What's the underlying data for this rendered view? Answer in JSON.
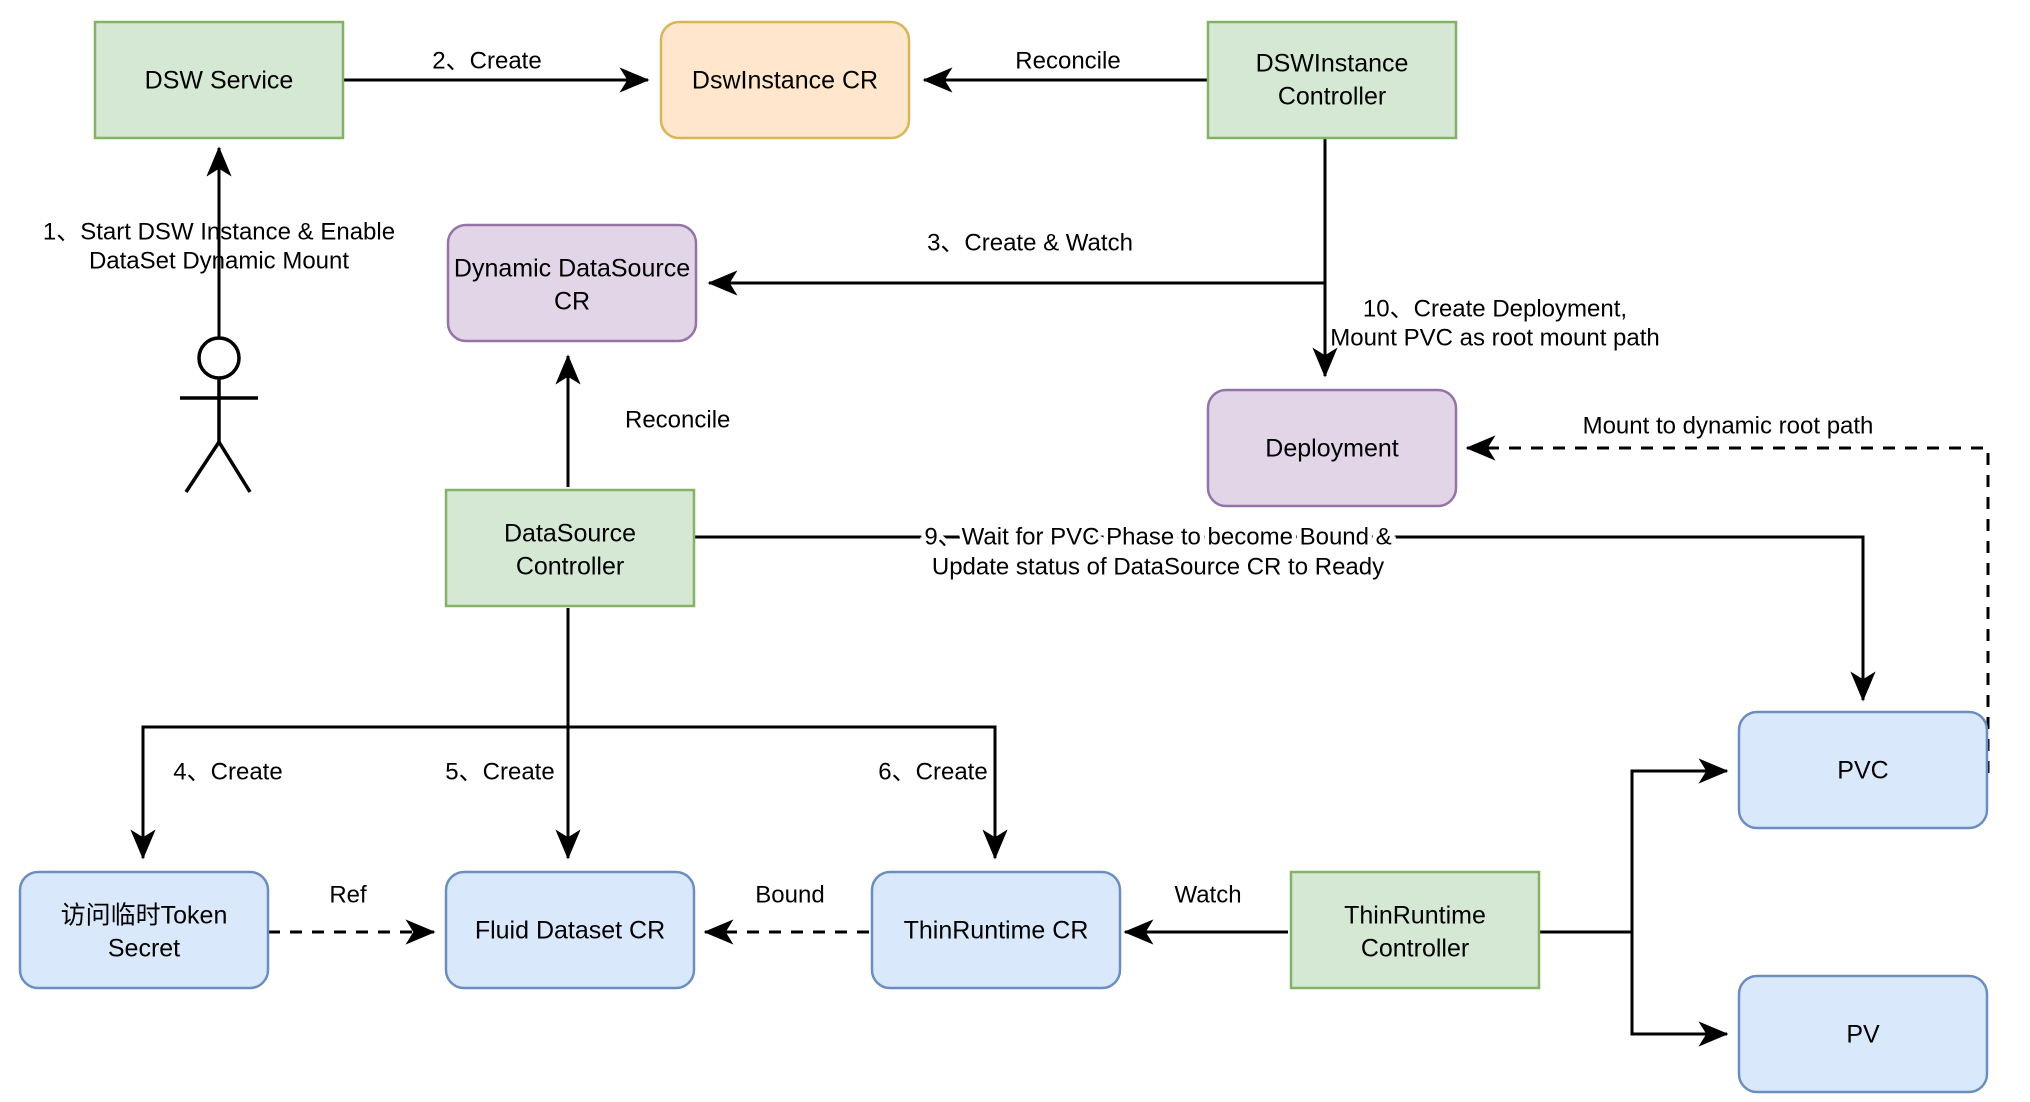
{
  "diagram": {
    "title": "DSW DataSet Dynamic Mount Architecture",
    "colors": {
      "green_fill": "#d5e8d4",
      "green_stroke": "#82b366",
      "yellow_fill": "#ffe6cc",
      "yellow_stroke": "#d6b656",
      "purple_fill": "#e1d5e7",
      "purple_stroke": "#9673a6",
      "blue_fill": "#dae8fc",
      "blue_stroke": "#6c8ebf",
      "line": "#000000"
    },
    "nodes": [
      {
        "id": "dsw-service",
        "label": "DSW Service",
        "shape": "rect",
        "style": "green"
      },
      {
        "id": "dswinstance-cr",
        "label": "DswInstance CR",
        "shape": "round",
        "style": "yellow"
      },
      {
        "id": "dswinstance-controller",
        "label_line1": "DSWInstance",
        "label_line2": "Controller",
        "shape": "rect",
        "style": "green"
      },
      {
        "id": "dynamic-datasource-cr",
        "label_line1": "Dynamic DataSource",
        "label_line2": "CR",
        "shape": "round",
        "style": "purple"
      },
      {
        "id": "deployment",
        "label": "Deployment",
        "shape": "round",
        "style": "purple"
      },
      {
        "id": "datasource-controller",
        "label_line1": "DataSource",
        "label_line2": "Controller",
        "shape": "rect",
        "style": "green"
      },
      {
        "id": "token-secret",
        "label_line1": "访问临时Token",
        "label_line2": "Secret",
        "shape": "round",
        "style": "blue"
      },
      {
        "id": "fluid-dataset-cr",
        "label": "Fluid Dataset CR",
        "shape": "round",
        "style": "blue"
      },
      {
        "id": "thinruntime-cr",
        "label": "ThinRuntime CR",
        "shape": "round",
        "style": "blue"
      },
      {
        "id": "thinruntime-controller",
        "label_line1": "ThinRuntime",
        "label_line2": "Controller",
        "shape": "rect",
        "style": "green"
      },
      {
        "id": "pvc",
        "label": "PVC",
        "shape": "round",
        "style": "blue"
      },
      {
        "id": "pv",
        "label": "PV",
        "shape": "round",
        "style": "blue"
      }
    ],
    "actor": {
      "id": "user-actor",
      "name": "user-stick-figure"
    },
    "edges": [
      {
        "id": "e1",
        "from": "user-actor",
        "to": "dsw-service",
        "label_line1": "1、Start DSW Instance & Enable",
        "label_line2": "DataSet Dynamic Mount",
        "style": "solid"
      },
      {
        "id": "e2",
        "from": "dsw-service",
        "to": "dswinstance-cr",
        "label": "2、Create",
        "style": "solid"
      },
      {
        "id": "e3",
        "from": "dswinstance-controller",
        "to": "dswinstance-cr",
        "label": "Reconcile",
        "style": "solid"
      },
      {
        "id": "e4",
        "from": "dswinstance-controller",
        "to": "dynamic-datasource-cr",
        "label": "3、Create & Watch",
        "style": "solid"
      },
      {
        "id": "e5",
        "from": "dswinstance-controller",
        "to": "deployment",
        "label_line1": "10、Create Deployment,",
        "label_line2": "Mount PVC as root mount path",
        "style": "solid"
      },
      {
        "id": "e6",
        "from": "datasource-controller",
        "to": "dynamic-datasource-cr",
        "label": "Reconcile",
        "style": "solid"
      },
      {
        "id": "e7",
        "from": "datasource-controller",
        "to": "token-secret",
        "label": "4、Create",
        "style": "solid"
      },
      {
        "id": "e8",
        "from": "datasource-controller",
        "to": "fluid-dataset-cr",
        "label": "5、Create",
        "style": "solid"
      },
      {
        "id": "e9",
        "from": "datasource-controller",
        "to": "thinruntime-cr",
        "label": "6、Create",
        "style": "solid"
      },
      {
        "id": "e10",
        "from": "pvc",
        "to": "datasource-controller",
        "label_line1": "9、Wait for PVC Phase to become Bound &",
        "label_line2": "Update status of DataSource CR to Ready",
        "style": "solid"
      },
      {
        "id": "e11",
        "from": "token-secret",
        "to": "fluid-dataset-cr",
        "label": "Ref",
        "style": "dashed"
      },
      {
        "id": "e12",
        "from": "thinruntime-cr",
        "to": "fluid-dataset-cr",
        "label": "Bound",
        "style": "dashed"
      },
      {
        "id": "e13",
        "from": "thinruntime-controller",
        "to": "thinruntime-cr",
        "label": "Watch",
        "style": "solid"
      },
      {
        "id": "e14",
        "from": "thinruntime-controller",
        "to": "pvc",
        "label": "",
        "style": "solid"
      },
      {
        "id": "e15",
        "from": "thinruntime-controller",
        "to": "pv",
        "label": "",
        "style": "solid"
      },
      {
        "id": "e16",
        "from": "pvc",
        "to": "deployment",
        "label": "Mount to dynamic root path",
        "style": "dashed"
      }
    ],
    "labels": {
      "l_step1_a": "1、Start DSW Instance & Enable",
      "l_step1_b": "DataSet Dynamic Mount",
      "l_step2": "2、Create",
      "l_reconcile_top": "Reconcile",
      "l_step3": "3、Create & Watch",
      "l_step10_a": "10、Create Deployment,",
      "l_step10_b": "Mount PVC as root mount path",
      "l_reconcile_ds": "Reconcile",
      "l_mount_dynamic": "Mount to dynamic root path",
      "l_step9_a": "9、Wait for PVC Phase to become Bound &",
      "l_step9_b": "Update status of DataSource CR to Ready",
      "l_step4": "4、Create",
      "l_step5": "5、Create",
      "l_step6": "6、Create",
      "l_ref": "Ref",
      "l_bound": "Bound",
      "l_watch": "Watch"
    },
    "node_text": {
      "dsw_service": "DSW Service",
      "dswinstance_cr": "DswInstance CR",
      "dswinstance_controller_1": "DSWInstance",
      "dswinstance_controller_2": "Controller",
      "dynamic_datasource_cr_1": "Dynamic DataSource",
      "dynamic_datasource_cr_2": "CR",
      "deployment": "Deployment",
      "datasource_controller_1": "DataSource",
      "datasource_controller_2": "Controller",
      "token_secret_1": "访问临时Token",
      "token_secret_2": "Secret",
      "fluid_dataset_cr": "Fluid Dataset CR",
      "thinruntime_cr": "ThinRuntime CR",
      "thinruntime_controller_1": "ThinRuntime",
      "thinruntime_controller_2": "Controller",
      "pvc": "PVC",
      "pv": "PV"
    }
  }
}
